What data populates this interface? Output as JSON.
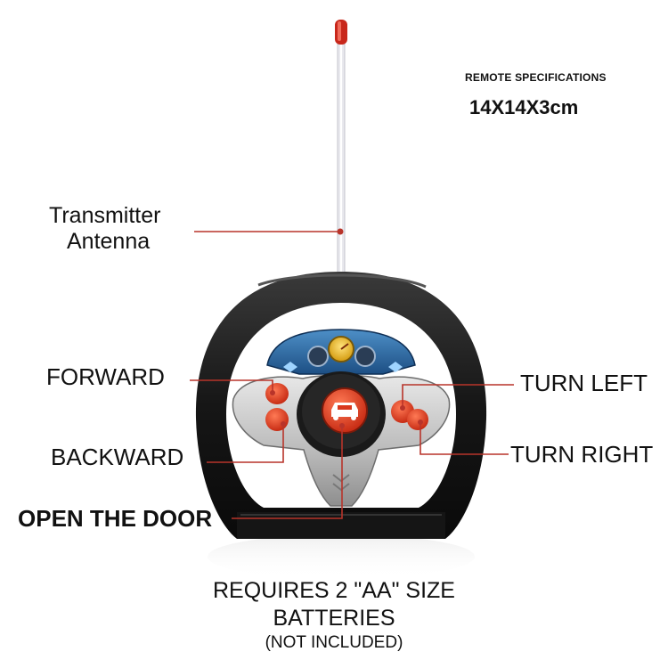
{
  "spec": {
    "title": "REMOTE SPECIFICATIONS",
    "size": "14X14X3cm"
  },
  "labels": {
    "antenna_line1": "Transmitter",
    "antenna_line2": "Antenna",
    "forward": "FORWARD",
    "backward": "BACKWARD",
    "open_door": "OPEN THE DOOR",
    "turn_left": "TURN LEFT",
    "turn_right": "TURN RIGHT"
  },
  "batteries": {
    "line1": "REQUIRES 2 \"AA\" SIZE",
    "line2": "BATTERIES",
    "line3": "(NOT INCLUDED)"
  },
  "colors": {
    "leader_line": "#b8342a",
    "button_red": "#d9381e",
    "wheel_black": "#151515",
    "antenna_tip": "#c8271b"
  },
  "icons": {
    "center_button": "car-icon"
  }
}
